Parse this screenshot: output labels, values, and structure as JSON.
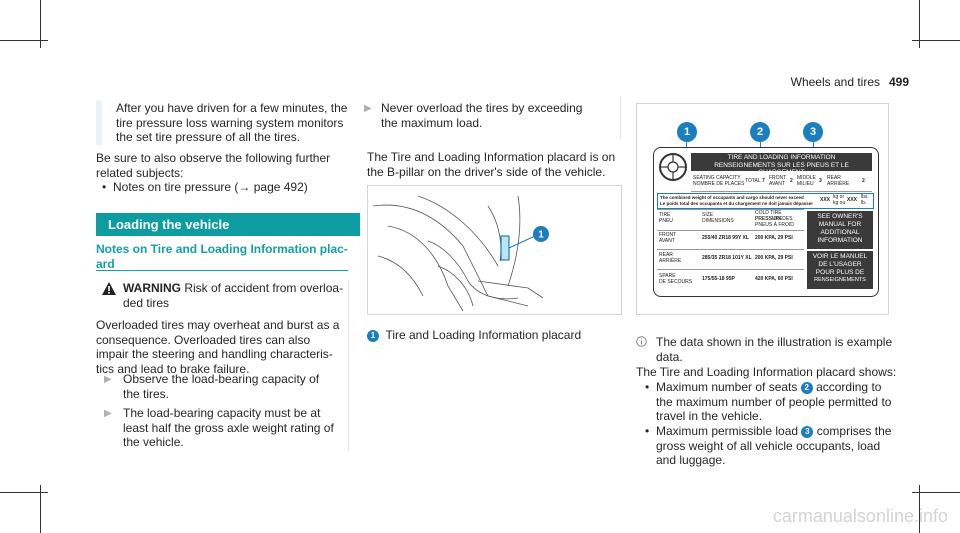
{
  "header": {
    "section": "Wheels and tires",
    "page_number": "499"
  },
  "col1": {
    "intro_lines": [
      "After you have driven for a few minutes, the",
      "tire pressure loss warning system monitors",
      "the set tire pressure of all the tires."
    ],
    "note_lines": [
      "Be sure to also observe the following further",
      "related subjects:"
    ],
    "bullet": "Notes on tire pressure (→ page 492)",
    "section_title": "Loading the vehicle",
    "sub_lines": [
      "Notes on Tire and Loading Information plac-",
      "ard"
    ],
    "warning_title": "WARNING",
    "warning_lines": [
      "Risk of accident from overloa-",
      "ded tires"
    ],
    "warning_body": [
      "Overloaded tires may overheat and burst as a",
      "consequence. Overloaded tires can also",
      "impair the steering and handling characteris-",
      "tics and lead to brake failure."
    ],
    "action1": [
      "Observe the load-bearing capacity of",
      "the tires."
    ],
    "action2": [
      "The load-bearing capacity must be at",
      "least half the gross axle weight rating of",
      "the vehicle."
    ]
  },
  "col2": {
    "action": [
      "Never overload the tires by exceeding",
      "the maximum load."
    ],
    "para": [
      "The Tire and Loading Information placard is on",
      "the B-pillar on the driver's side of the vehicle."
    ],
    "callout": "1",
    "caption": "Tire and Loading Information placard"
  },
  "col3": {
    "note_lines": [
      "The data shown in the illustration is example",
      "data."
    ],
    "para": "The Tire and Loading Information placard shows:",
    "bullet1": [
      "Maximum number of seats",
      "according to",
      "the maximum number of people permitted to",
      "travel in the vehicle."
    ],
    "bullet1_badge": "2",
    "bullet2": [
      "Maximum permissible load",
      "comprises the",
      "gross weight of all vehicle occupants, load",
      "and luggage."
    ],
    "bullet2_badge": "3"
  },
  "placard": {
    "callouts": [
      "1",
      "2",
      "3"
    ],
    "title1": "TIRE AND LOADING INFORMATION",
    "title2": "RENSEIGNEMENTS SUR LES PNEUS ET LE CHARGEMENT",
    "seating": [
      "SEATING CAPACITY",
      "NOMBRE DE PLACES"
    ],
    "total": "TOTAL",
    "total_v": "7",
    "front": [
      "FRONT",
      "AVANT"
    ],
    "front_v": "2",
    "middle": [
      "MIDDLE",
      "MILIEU"
    ],
    "middle_v": "3",
    "rear": [
      "REAR",
      "ARRIÈRE"
    ],
    "rear_v": "2",
    "weight_en": "The combined weight of occupants and cargo should never exceed",
    "weight_fr": "Le poids total des occupants et du chargement ne doit jamais dépasser",
    "weight_v1": "XXX",
    "weight_u1": "kg or",
    "weight_u1b": "kg ou",
    "weight_v2": "XXX",
    "weight_u2": "lbs.",
    "weight_u2b": "lb.",
    "col_tire": [
      "TIRE",
      "PNEU"
    ],
    "col_size": [
      "SIZE",
      "DIMENSIONS"
    ],
    "col_cold": [
      "COLD TIRE PRESSURE",
      "PRESSION DES",
      "PNEUS À FROID"
    ],
    "row_front": [
      "FRONT",
      "AVANT"
    ],
    "row_front_size": "255/40 ZR18 99Y XL",
    "row_front_p": "200 KPA, 29 PSI",
    "row_rear": [
      "REAR",
      "ARRIÈRE"
    ],
    "row_rear_size": "285/35 ZR18 101Y XL",
    "row_rear_p": "200 KPA, 29 PSI",
    "row_spare": [
      "SPARE",
      "DE SECOURS"
    ],
    "row_spare_size": "175/55-18 95P",
    "row_spare_p": "420 KPA, 60 PSI",
    "see_manual": [
      "SEE OWNER'S",
      "MANUAL FOR",
      "ADDITIONAL",
      "INFORMATION"
    ],
    "voir_manual": [
      "VOIR LE MANUEL",
      "DE L'USAGER",
      "POUR PLUS DE",
      "RENSEIGNEMENTS"
    ]
  },
  "watermark": "carmanualsonline.info",
  "colors": {
    "teal": "#0d9c9f",
    "badge_blue": "#1a7ec0",
    "placard_dark": "#3a3a3a"
  }
}
